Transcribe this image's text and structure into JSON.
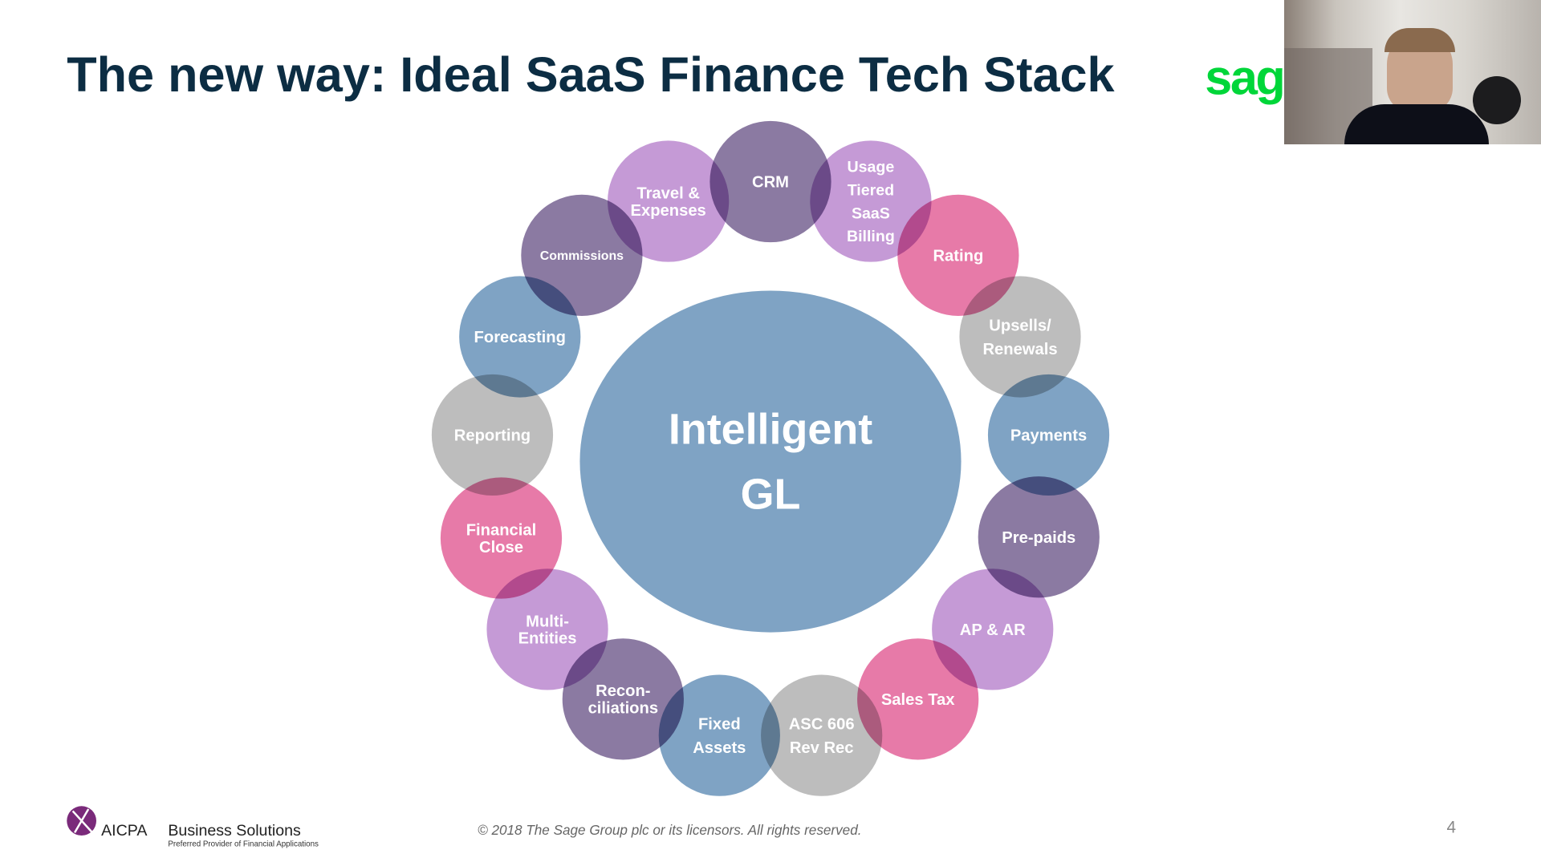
{
  "slide": {
    "title": "The new way: Ideal SaaS Finance Tech Stack",
    "logo_text": "sage",
    "center": {
      "lines": [
        "Intelligent",
        "GL"
      ],
      "color": "#7fa3c4"
    },
    "bubbles": [
      {
        "lines": [
          "Commissions"
        ],
        "color": "#8b7aa2",
        "small": true
      },
      {
        "lines": [
          "Travel &",
          "Expenses"
        ],
        "color": "#c59ad6"
      },
      {
        "lines": [
          "CRM"
        ],
        "color": "#8b7aa2"
      },
      {
        "lines": [
          "Usage",
          "Tiered",
          "SaaS",
          "Billing"
        ],
        "color": "#c59ad6"
      },
      {
        "lines": [
          "Rating"
        ],
        "color": "#e77aa8"
      },
      {
        "lines": [
          "Upsells/",
          "Renewals"
        ],
        "color": "#bdbdbd"
      },
      {
        "lines": [
          "Forecasting"
        ],
        "color": "#7fa3c4"
      },
      {
        "lines": [
          "Reporting"
        ],
        "color": "#bdbdbd"
      },
      {
        "lines": [
          "Payments"
        ],
        "color": "#7fa3c4"
      },
      {
        "lines": [
          "Financial",
          "Close"
        ],
        "color": "#e77aa8"
      },
      {
        "lines": [
          "Pre-paids"
        ],
        "color": "#8b7aa2"
      },
      {
        "lines": [
          "Multi-",
          "Entities"
        ],
        "color": "#c59ad6"
      },
      {
        "lines": [
          "AP & AR"
        ],
        "color": "#c59ad6"
      },
      {
        "lines": [
          "Recon-",
          "ciliations"
        ],
        "color": "#8b7aa2"
      },
      {
        "lines": [
          "Sales Tax"
        ],
        "color": "#e77aa8"
      },
      {
        "lines": [
          "Fixed",
          "Assets"
        ],
        "color": "#7fa3c4"
      },
      {
        "lines": [
          "ASC 606",
          "Rev Rec"
        ],
        "color": "#bdbdbd"
      }
    ],
    "footer": {
      "aicpa": "AICPA",
      "business_solutions": "Business Solutions",
      "tagline": "Preferred Provider of Financial Applications",
      "copyright": "© 2018 The Sage Group plc or its licensors. All rights reserved.",
      "page_number": "4"
    }
  },
  "colors": {
    "title": "#0c2d43",
    "sage_green": "#00d639"
  }
}
